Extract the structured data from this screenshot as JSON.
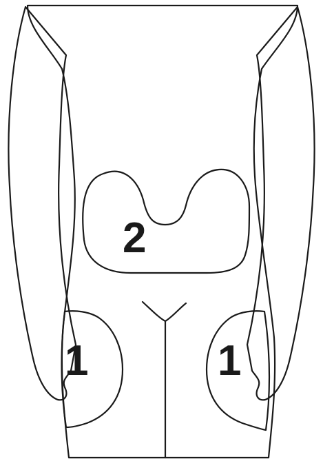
{
  "colors": {
    "skin": "#d8d8d8",
    "outline": "#1a1a1a",
    "zone_highlight": "#ffffff",
    "zone_shade": "#b8b8b8",
    "label": "#1a1a1a"
  },
  "zones": {
    "abdomen": {
      "label": "2"
    },
    "left_thigh": {
      "label": "1"
    },
    "right_thigh": {
      "label": "1"
    }
  }
}
